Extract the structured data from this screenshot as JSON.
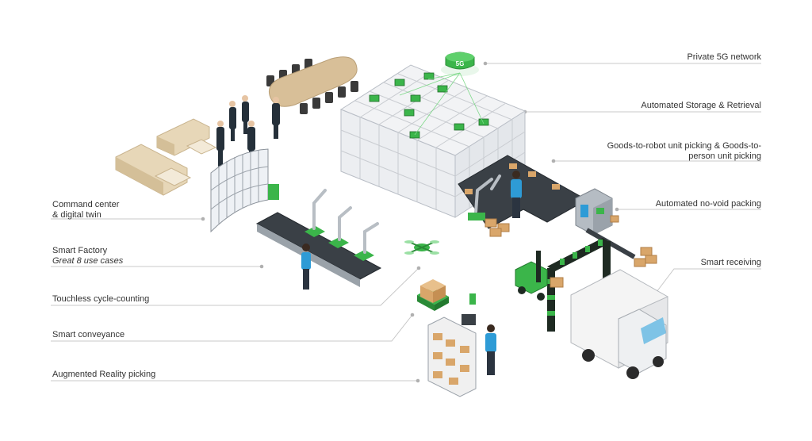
{
  "labels": {
    "private_5g": "Private 5G network",
    "asrs": "Automated Storage & Retrieval",
    "g2r_line1": "Goods-to-robot unit picking & Goods-to-",
    "g2r_line2": "person unit picking",
    "no_void": "Automated no-void packing",
    "receiving": "Smart receiving",
    "command_line1": "Command  center",
    "command_line2": "& digital twin",
    "factory_line1": "Smart Factory",
    "factory_line2": "Great 8 use cases",
    "cycle": "Touchless cycle-counting",
    "conveyance": "Smart conveyance",
    "ar": "Augmented  Reality picking"
  },
  "tower": {
    "text": "5G"
  },
  "colors": {
    "leader": "#c8c8c8",
    "dot": "#b0b0b0",
    "green": "#3bb54a",
    "grid": "#c9ccd1",
    "blue": "#2e9bd6",
    "box": "#d9a66a",
    "truck": "#f4f4f4",
    "stripe": "#1e2a22"
  },
  "icons": [
    "5g-tower-icon",
    "drone-icon",
    "robot-arm-icon",
    "forklift-icon",
    "truck-icon"
  ]
}
